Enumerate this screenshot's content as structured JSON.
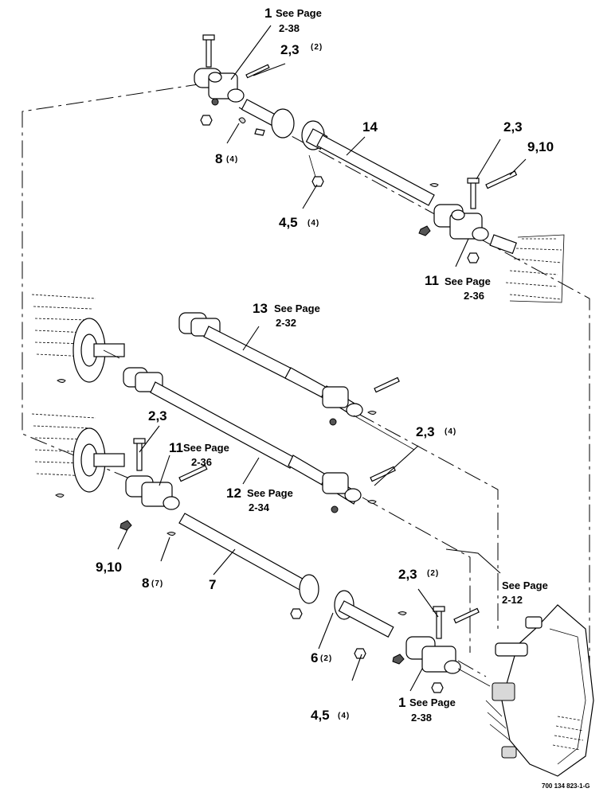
{
  "callouts": {
    "c1_top": {
      "num": "1",
      "see": "See Page",
      "page": "2-38"
    },
    "c23_top": {
      "num": "2,3",
      "qty": "(2)"
    },
    "c8_top": {
      "num": "8",
      "qty": "(4)"
    },
    "c14": {
      "num": "14"
    },
    "c23_right": {
      "num": "2,3"
    },
    "c910_right": {
      "num": "9,10"
    },
    "c45_top": {
      "num": "4,5",
      "qty": "(4)"
    },
    "c11_right": {
      "num": "11",
      "see": "See Page",
      "page": "2-36"
    },
    "c13": {
      "num": "13",
      "see": "See Page",
      "page": "2-32"
    },
    "c23_mid_left": {
      "num": "2,3"
    },
    "c11_left": {
      "num": "11",
      "see": "See Page",
      "page": "2-36"
    },
    "c23_mid_right": {
      "num": "2,3",
      "qty": "(4)"
    },
    "c12": {
      "num": "12",
      "see": "See Page",
      "page": "2-34"
    },
    "c910_left": {
      "num": "9,10"
    },
    "c8_left": {
      "num": "8",
      "qty": "(7)"
    },
    "c7": {
      "num": "7"
    },
    "c23_bottom": {
      "num": "2,3",
      "qty": "(2)"
    },
    "gearbox": {
      "see": "See Page",
      "page": "2-12"
    },
    "c6": {
      "num": "6",
      "qty": "(2)"
    },
    "c45_bottom": {
      "num": "4,5",
      "qty": "(4)"
    },
    "c1_bottom": {
      "num": "1",
      "see": "See Page",
      "page": "2-38"
    }
  },
  "figure_ref": "700 134 823-1-G"
}
